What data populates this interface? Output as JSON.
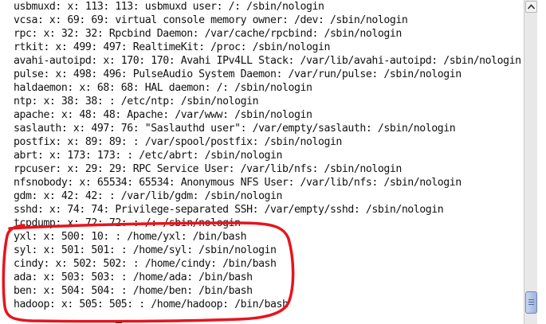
{
  "terminal": {
    "lines": [
      "usbmuxd: x: 113: 113: usbmuxd user: /: /sbin/nologin",
      "vcsa: x: 69: 69: virtual console memory owner: /dev: /sbin/nologin",
      "rpc: x: 32: 32: Rpcbind Daemon: /var/cache/rpcbind: /sbin/nologin",
      "rtkit: x: 499: 497: RealtimeKit: /proc: /sbin/nologin",
      "avahi-autoipd: x: 170: 170: Avahi IPv4LL Stack: /var/lib/avahi-autoipd: /sbin/nologin",
      "pulse: x: 498: 496: PulseAudio System Daemon: /var/run/pulse: /sbin/nologin",
      "haldaemon: x: 68: 68: HAL daemon: /: /sbin/nologin",
      "ntp: x: 38: 38: : /etc/ntp: /sbin/nologin",
      "apache: x: 48: 48: Apache: /var/www: /sbin/nologin",
      "saslauth: x: 497: 76: \"Saslauthd user\": /var/empty/saslauth: /sbin/nologin",
      "postfix: x: 89: 89: : /var/spool/postfix: /sbin/nologin",
      "abrt: x: 173: 173: : /etc/abrt: /sbin/nologin",
      "rpcuser: x: 29: 29: RPC Service User: /var/lib/nfs: /sbin/nologin",
      "nfsnobody: x: 65534: 65534: Anonymous NFS User: /var/lib/nfs: /sbin/nologin",
      "gdm: x: 42: 42: : /var/lib/gdm: /sbin/nologin",
      "sshd: x: 74: 74: Privilege-separated SSH: /var/empty/sshd: /sbin/nologin",
      "tcpdump: x: 72: 72: : /: /sbin/nologin",
      "yxl: x: 500: 10: : /home/yxl: /bin/bash",
      "syl: x: 501: 501: : /home/syl: /sbin/nologin",
      "cindy: x: 502: 502: : /home/cindy: /bin/bash",
      "ada: x: 503: 503: : /home/ada: /bin/bash",
      "ben: x: 504: 504: : /home/ben: /bin/bash",
      "hadoop: x: 505: 505: : /home/hadoop: /bin/bash"
    ]
  },
  "highlight": {
    "color": "#e8141c"
  },
  "icons": {
    "scroll_up": "chevron-up-icon"
  }
}
